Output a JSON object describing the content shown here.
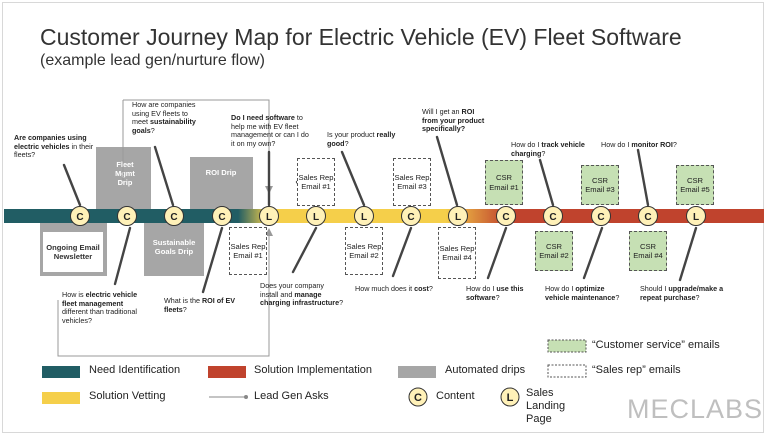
{
  "title": "Customer Journey Map for Electric Vehicle (EV) Fleet Software",
  "subtitle": "(example lead gen/nurture flow)",
  "colors": {
    "need_identification": "#215d64",
    "solution_vetting": "#f5cf4a",
    "solution_implementation": "#c0432d",
    "automated_drips": "#a6a6a6",
    "customer_service_fill": "#c6e0b4"
  },
  "questions": {
    "q1": [
      "Are companies using",
      "electric vehicles",
      " in their",
      "fleets?"
    ],
    "q2": [
      "How are companies",
      "using EV fleets to",
      "meet ",
      "sustainability",
      "goals",
      "?"
    ],
    "q3": [
      "Do I need software",
      " to",
      "help me with EV fleet",
      "management or can I do",
      "it on my own?"
    ],
    "q4": [
      "Is your product ",
      "really",
      "good",
      "?"
    ],
    "q5": [
      "Will I get an ",
      "ROI",
      "from your product",
      "specifically?"
    ],
    "q6": [
      "How do I ",
      "track vehicle",
      "charging",
      "?"
    ],
    "q7": [
      "How do I ",
      "monitor ROI",
      "?"
    ],
    "q8": [
      "How is ",
      "electric vehicle",
      "fleet management",
      "different than traditional",
      "vehicles?"
    ],
    "q9": [
      "What is the ",
      "ROI of EV",
      "fleets",
      "?"
    ],
    "q10": [
      "Does your company",
      "install and ",
      "manage",
      "charging infrastructure",
      "?"
    ],
    "q11": [
      "How much does it ",
      "cost",
      "?"
    ],
    "q12": [
      "How do I ",
      "use this",
      "software",
      "?"
    ],
    "q13": [
      "How do I ",
      "optimize",
      "vehicle maintenance",
      "?"
    ],
    "q14": [
      "Should I ",
      "upgrade/make a",
      "repeat purchase",
      "?"
    ]
  },
  "drips": {
    "fleet": "Fleet Mgmt Drip",
    "roi": "ROI Drip",
    "newsletter": "Ongoing Email Newsletter",
    "sustainable": "Sustainable Goals Drip"
  },
  "sales_emails": {
    "e1": "Sales Rep Email #1",
    "e1b": "Sales Rep Email #1",
    "e2": "Sales Rep Email #2",
    "e3": "Sales Rep Email #3",
    "e4": "Sales Rep Email #4"
  },
  "csr_emails": {
    "c1": "CSR Email #1",
    "c2": "CSR Email #2",
    "c3": "CSR Email #3",
    "c4": "CSR Email #4",
    "c5": "CSR Email #5"
  },
  "nodes": [
    "C",
    "C",
    "C",
    "C",
    "L",
    "L",
    "L",
    "C",
    "L",
    "C",
    "C",
    "C",
    "C",
    "L"
  ],
  "legend": {
    "need": "Need Identification",
    "implementation": "Solution Implementation",
    "drips": "Automated drips",
    "cs_emails": "“Customer service” emails",
    "vetting": "Solution Vetting",
    "lead_gen": "Lead Gen Asks",
    "content_letter": "C",
    "content": "Content",
    "landing_letter": "L",
    "landing": "Sales Landing Page",
    "sr_emails": "“Sales rep” emails"
  },
  "brand": "MECLABS"
}
